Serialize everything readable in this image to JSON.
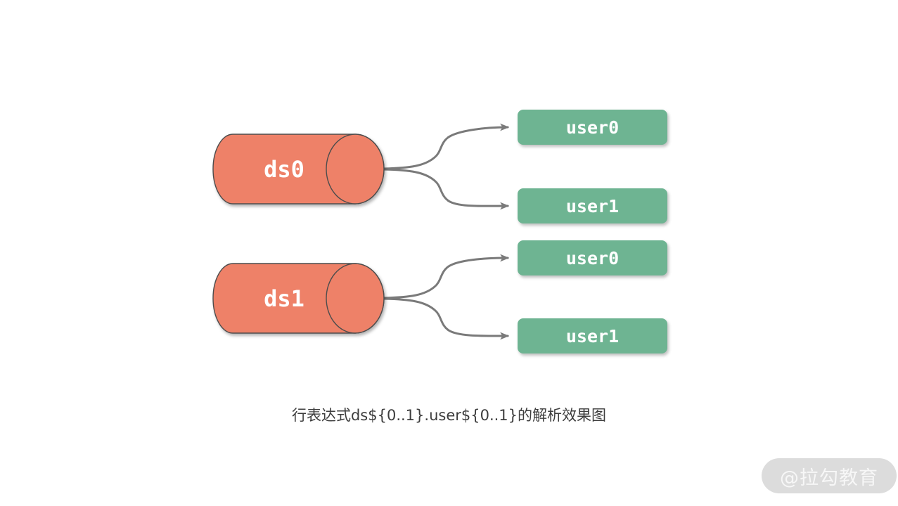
{
  "diagram": {
    "datasources": [
      {
        "label": "ds0",
        "tables": [
          {
            "label": "user0"
          },
          {
            "label": "user1"
          }
        ]
      },
      {
        "label": "ds1",
        "tables": [
          {
            "label": "user0"
          },
          {
            "label": "user1"
          }
        ]
      }
    ],
    "caption": "行表达式ds${0..1}.user${0..1}的解析效果图",
    "watermark": "@拉勾教育",
    "colors": {
      "datasource_fill": "#ee8168",
      "table_fill": "#6eb492",
      "connector": "#7a7a7a",
      "outline": "#4d4d4d",
      "caption_text": "#3d3d3d",
      "watermark_bg": "#dcdcdc",
      "watermark_text": "#f7f7f7"
    }
  }
}
